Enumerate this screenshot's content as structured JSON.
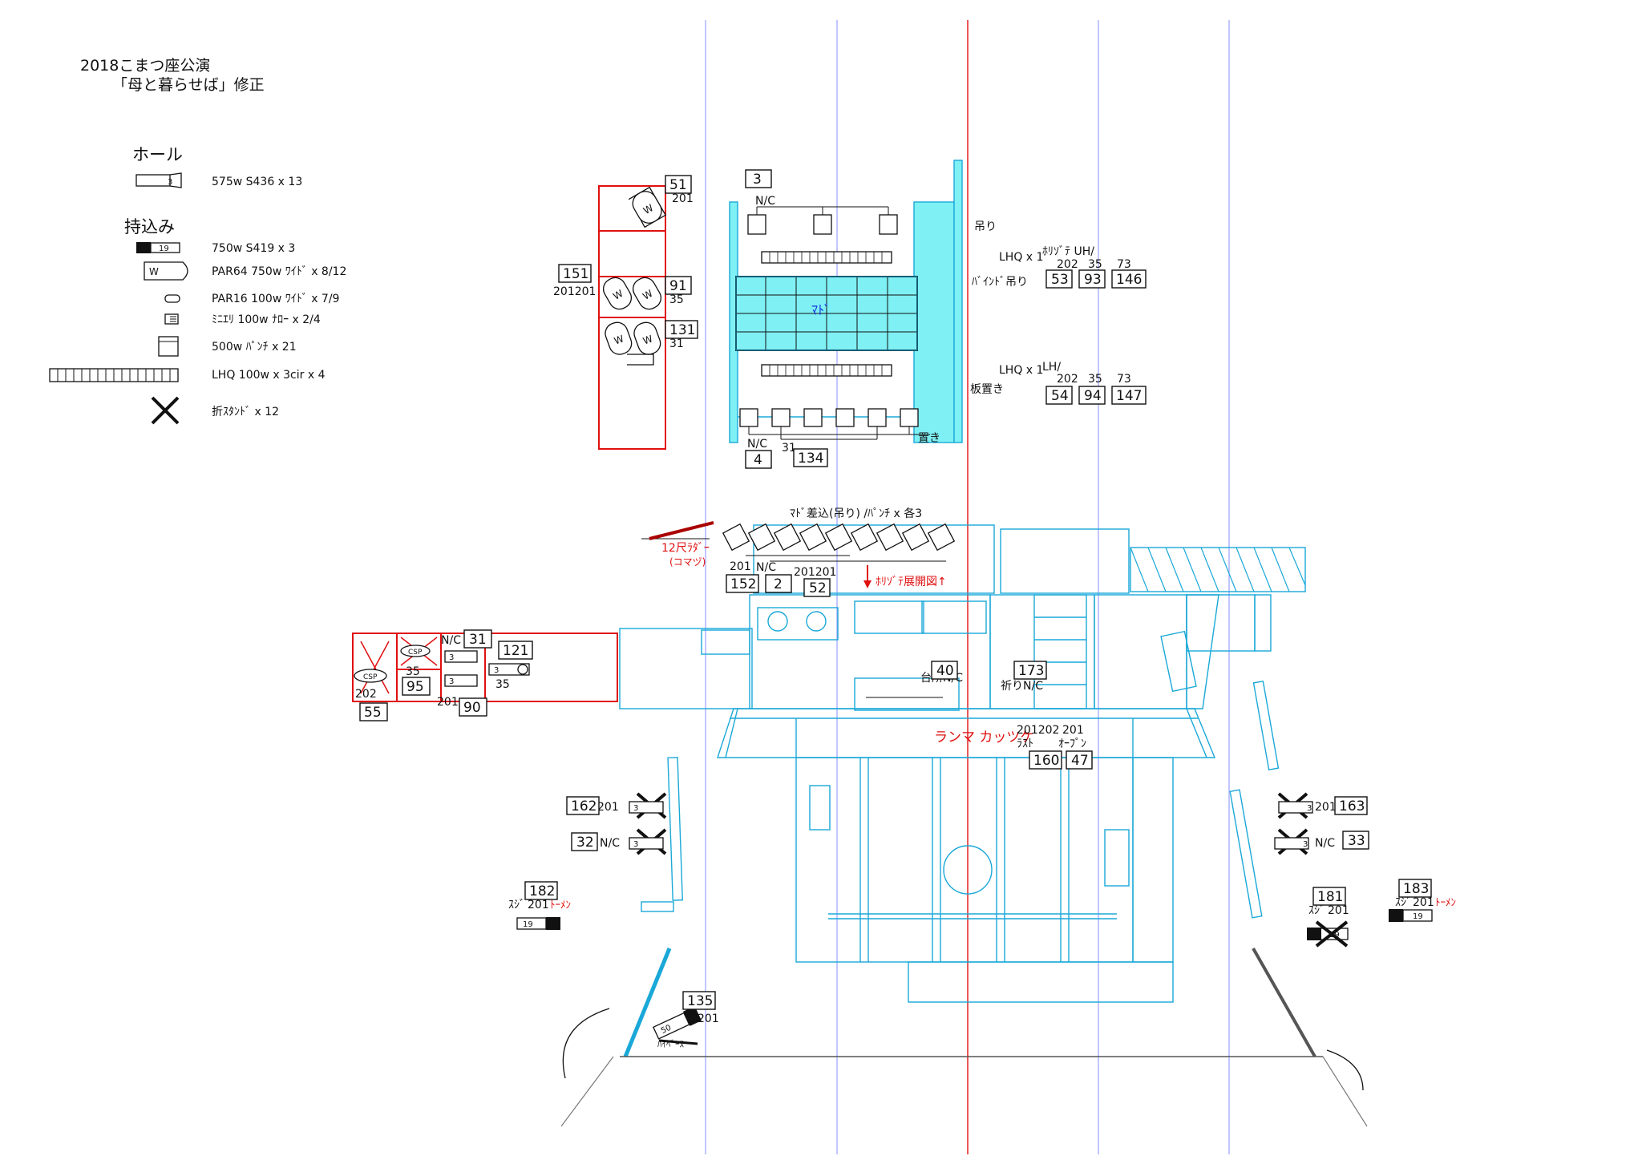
{
  "header": {
    "title_line1": "2018こまつ座公演",
    "title_line2": "「母と暮らせば」修正"
  },
  "legend": {
    "hall_heading": "ホール",
    "hall_items": [
      {
        "icon": "ellipsoidal-575w-icon",
        "badge": "3",
        "text": "575w S436 x 13"
      }
    ],
    "carryin_heading": "持込み",
    "carryin_items": [
      {
        "icon": "ellipsoidal-750w-icon",
        "badge": "19",
        "text": "750w S419 x 3"
      },
      {
        "icon": "par64-icon",
        "badge": "W",
        "text": "PAR64 750w ﾜｲﾄﾞ x 8/12"
      },
      {
        "icon": "par16-icon",
        "text": "PAR16 100w ﾜｲﾄﾞ x 7/9"
      },
      {
        "icon": "mini-ellipsoidal-icon",
        "text": "ﾐﾆｴﾘ 100w ﾅﾛｰ x 2/4"
      },
      {
        "icon": "punch-500w-icon",
        "text": "500w ﾊﾟﾝﾁ x 21"
      },
      {
        "icon": "lhq-strip-icon",
        "text": "LHQ 100w x 3cir  x 4"
      },
      {
        "icon": "folding-stand-icon",
        "text": "折ｽﾀﾝﾄﾞ x  12"
      }
    ]
  },
  "labels": {
    "mado": "ﾏﾄﾞ",
    "tsuri": "吊り",
    "lhq_upper": "LHQ x 1",
    "horizont_upper": "ﾎﾘｿﾞﾃ  UH/",
    "bind_tsuri": "ﾊﾞｲﾝﾄﾞ吊り",
    "lhq_lower": "LHQ x 1",
    "lh": "LH/",
    "itaoki": "板置き",
    "oki": "置き",
    "nc": "N/C",
    "mado_sashikomi": "ﾏﾄﾞ差込(吊り) /ﾊﾟﾝﾁ x 各3",
    "ladder": "12尺ﾗﾀﾞｰ",
    "komame": "(コマヅ)",
    "horizont_open": "ﾎﾘｿﾞﾃ展開図↑",
    "daidokoro": "台所N/C",
    "inori": "祈りN/C",
    "ranma": "ランマ カッツケ",
    "last": "ﾗｽﾄ",
    "open": "ｵｰﾌﾟﾝ",
    "suji": "ｽｼﾞ",
    "tomen": "ﾄｰﾒﾝ",
    "haibesu": "ﾊｲﾍﾞｰｽ",
    "w": "W",
    "b3": "3",
    "b19": "19",
    "b50": "50",
    "csp": "CSP"
  },
  "channels": {
    "c3": "3",
    "c51": "51",
    "c151": "151",
    "c91": "91",
    "c131": "131",
    "c53": "53",
    "c93": "93",
    "c146": "146",
    "c54": "54",
    "c94": "94",
    "c147": "147",
    "c4": "4",
    "c134": "134",
    "c152": "152",
    "c2": "2",
    "c52": "52",
    "c31": "31",
    "c121": "121",
    "c95": "95",
    "c55": "55",
    "c90": "90",
    "c40": "40",
    "c173": "173",
    "c160": "160",
    "c47": "47",
    "c162": "162",
    "c32": "32",
    "c163": "163",
    "c33": "33",
    "c182": "182",
    "c181": "181",
    "c183": "183",
    "c135": "135"
  },
  "dimmers": {
    "d201": "201",
    "d201201": "201201",
    "d35": "35",
    "d31": "31",
    "d202": "202",
    "d73": "73",
    "d201202": "201202",
    "d202b": "202"
  },
  "colors": {
    "stage_cyan": "#1aa8d8",
    "window_fill": "#7ff0f4",
    "red_outline": "#e01010",
    "center_line": "#e01010",
    "guide_lines": "#8080ff"
  }
}
